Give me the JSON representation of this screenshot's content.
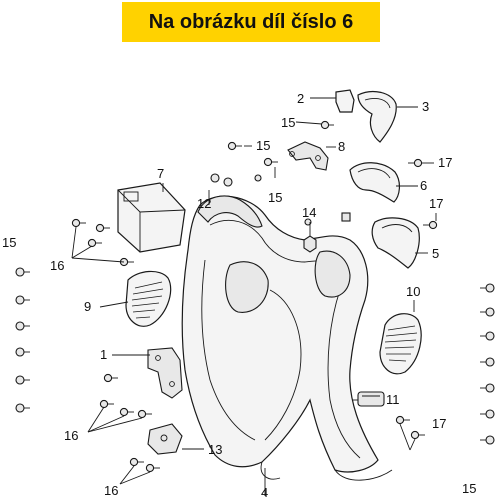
{
  "banner": {
    "text": "Na obrázku díl číslo 6",
    "color": "#ffd200"
  },
  "callouts": {
    "n1": "1",
    "n2": "2",
    "n3": "3",
    "n4": "4",
    "n5": "5",
    "n6": "6",
    "n7": "7",
    "n8": "8",
    "n9": "9",
    "n10": "10",
    "n11": "11",
    "n12": "12",
    "n13": "13",
    "n14": "14",
    "n15a": "15",
    "n15b": "15",
    "n15c": "15",
    "n15d": "15",
    "n15e": "15",
    "n16a": "16",
    "n16b": "16",
    "n16c": "16",
    "n17a": "17",
    "n17b": "17",
    "n17c": "17"
  }
}
